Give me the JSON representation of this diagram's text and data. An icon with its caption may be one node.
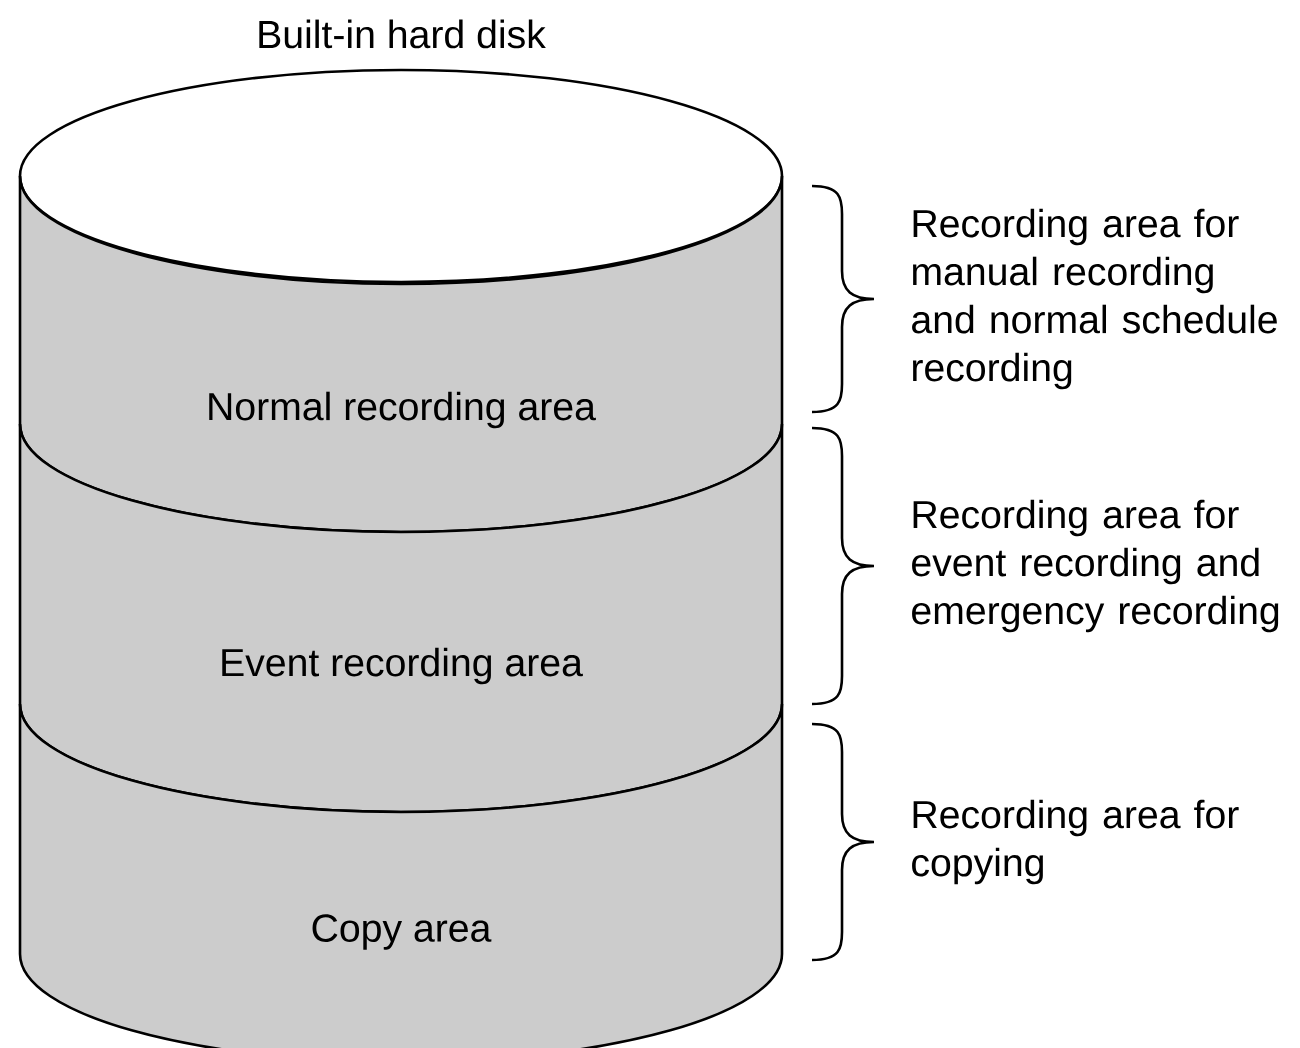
{
  "diagram": {
    "nodes": [
      {
        "text": [
          "Built-in hard disk"
        ]
      },
      {
        "text": [
          "Normal recording area"
        ]
      },
      {
        "text": [
          "Event recording area"
        ]
      },
      {
        "text": [
          "Copy area"
        ]
      }
    ],
    "labels": [
      "Recording area for manual recording and normal schedule recording",
      "Recording area for event recording and emergency recording",
      "Recording area for copying"
    ]
  }
}
